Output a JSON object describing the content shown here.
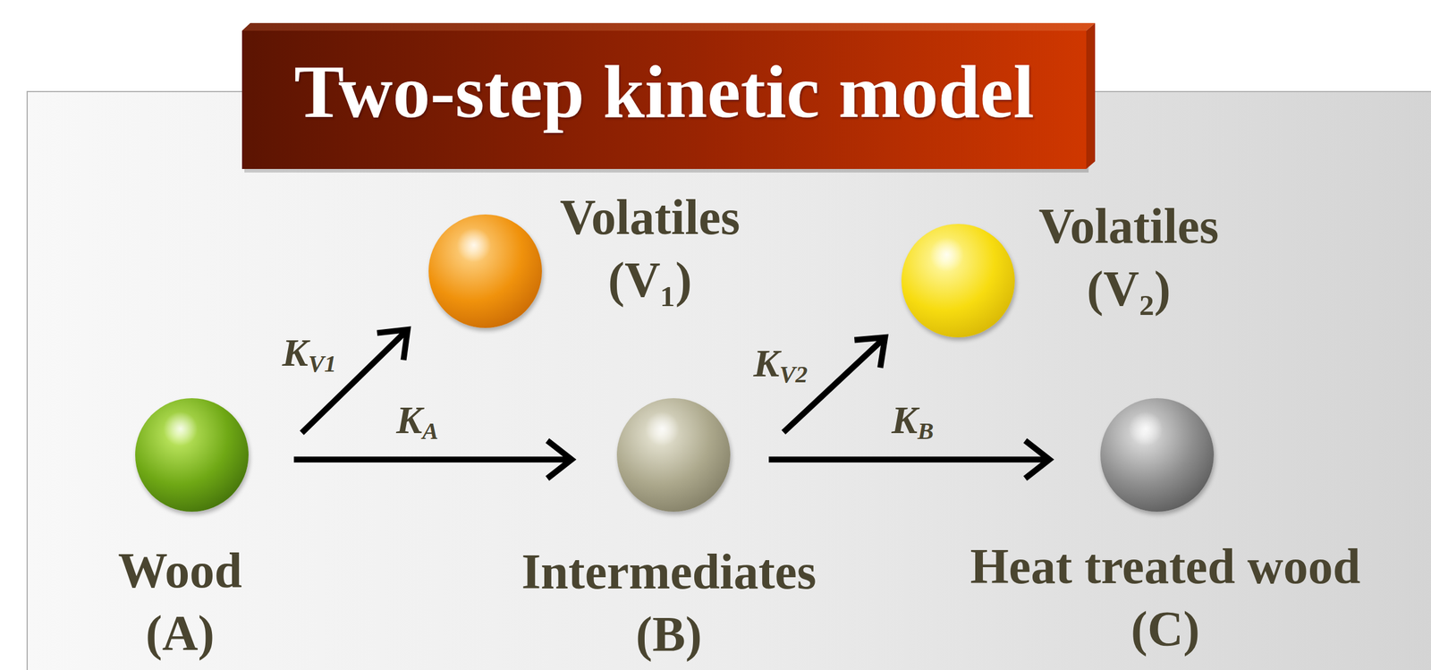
{
  "diagram": {
    "title": "Two-step kinetic model",
    "nodes": [
      {
        "text": [
          "Wood (A)"
        ]
      },
      {
        "text": [
          "Volatiles (V₁)"
        ]
      },
      {
        "text": [
          "Intermediates (B)"
        ]
      },
      {
        "text": [
          "Volatiles (V₂)"
        ]
      },
      {
        "text": [
          "Heat treated wood (C)"
        ]
      }
    ],
    "edges": [
      {
        "from": 0,
        "to": 1,
        "label": "KV1",
        "arrow": "to"
      },
      {
        "from": 0,
        "to": 2,
        "label": "KA",
        "arrow": "to"
      },
      {
        "from": 2,
        "to": 3,
        "label": "KV2",
        "arrow": "to"
      },
      {
        "from": 2,
        "to": 4,
        "label": "KB",
        "arrow": "to"
      }
    ]
  }
}
